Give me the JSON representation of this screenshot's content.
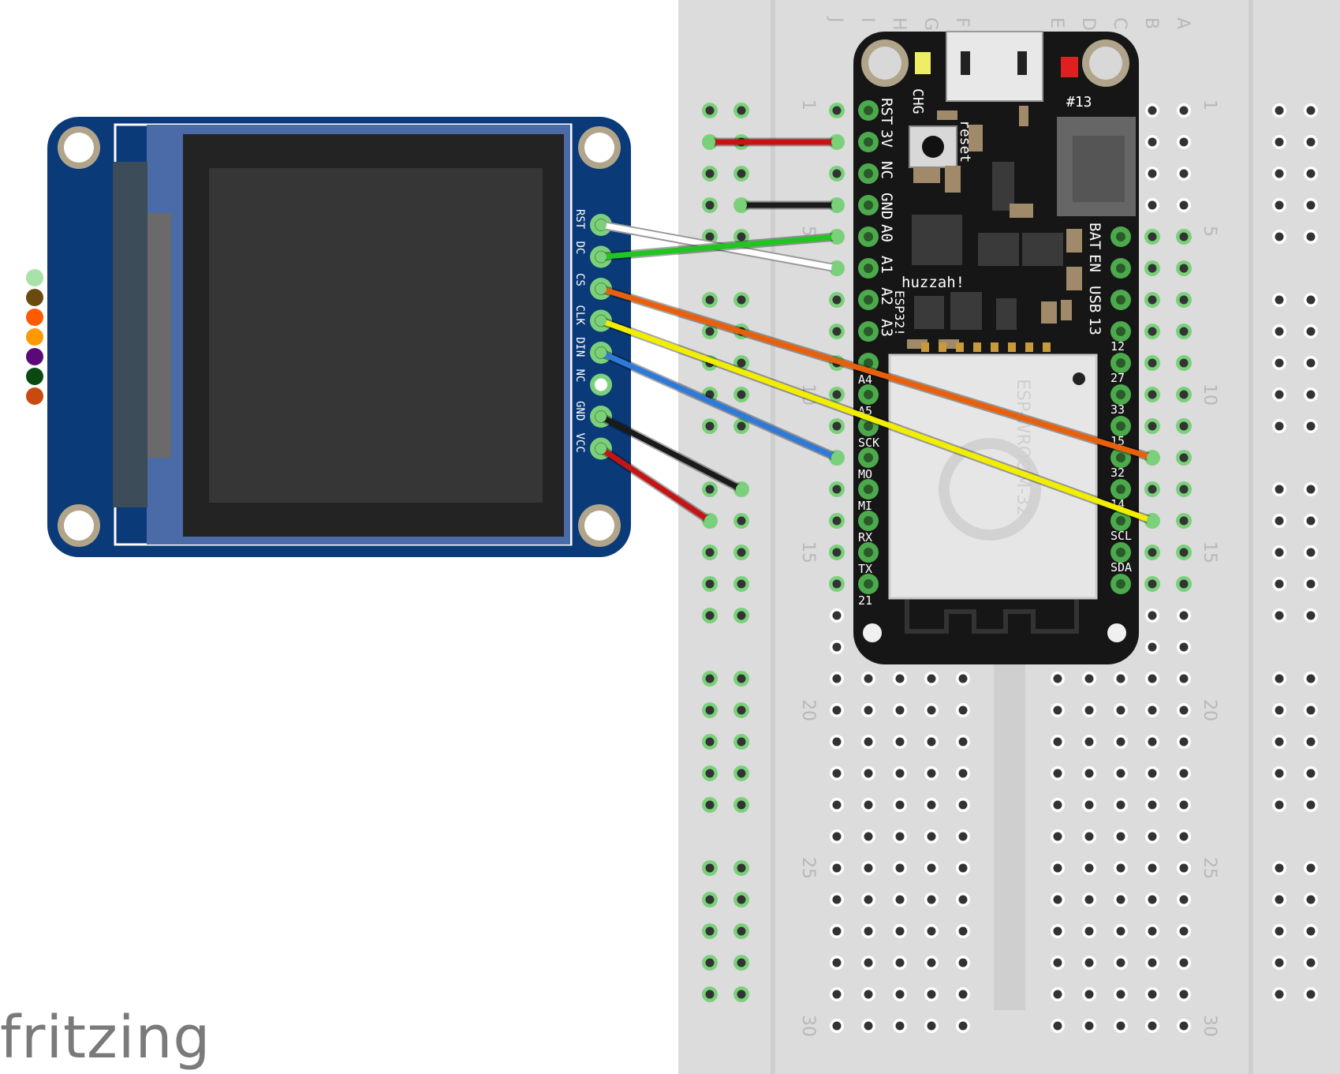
{
  "brand": "fritzing",
  "colors": {
    "breadboard": "#dcdcdc",
    "breadboard_strip": "#cfcfcf",
    "hole": "#333333",
    "connected_hole": "#7bd17b",
    "feather_board": "#161616",
    "display_board": "#0b3a78",
    "display_bezel": "#2a2a2a",
    "display_screen": "#363636",
    "legend": [
      "#a8e2a8",
      "#6b4a10",
      "#ff5a00",
      "#ff9900",
      "#5a0a78",
      "#0a4a10",
      "#c84a10"
    ]
  },
  "breadboard": {
    "columns_left": [
      "J",
      "I",
      "H",
      "G",
      "F"
    ],
    "columns_right": [
      "E",
      "D",
      "C",
      "B",
      "A"
    ],
    "row_numbers": [
      "1",
      "5",
      "10",
      "15",
      "20",
      "25",
      "30"
    ]
  },
  "display": {
    "pins": [
      "RST",
      "DC",
      "CS",
      "CLK",
      "DIN",
      "NC",
      "GND",
      "VCC"
    ]
  },
  "feather": {
    "left_pins": [
      "RST",
      "3V",
      "NC",
      "GND",
      "A0",
      "A1",
      "A2",
      "A3",
      "A4",
      "A5",
      "SCK",
      "MO",
      "MI",
      "RX",
      "TX",
      "21"
    ],
    "right_pins": [
      "BAT",
      "EN",
      "USB",
      "13",
      "12",
      "27",
      "33",
      "15",
      "32",
      "14",
      "SCL",
      "SDA"
    ],
    "labels": {
      "chg": "CHG",
      "reset": "reset",
      "led": "#13",
      "name": "huzzah!",
      "chip": "ESP32!",
      "module": "ESP-WROOM-32"
    }
  },
  "wires": [
    {
      "signal": "RST",
      "color": "#ffffff"
    },
    {
      "signal": "DC",
      "color": "#22c422"
    },
    {
      "signal": "CS",
      "color": "#e8600c"
    },
    {
      "signal": "CLK",
      "color": "#f2ee00"
    },
    {
      "signal": "DIN",
      "color": "#2f7ad8"
    },
    {
      "signal": "GND",
      "color": "#1a1a1a"
    },
    {
      "signal": "VCC",
      "color": "#c41414"
    },
    {
      "signal": "3V",
      "color": "#c41414"
    },
    {
      "signal": "GND-rail",
      "color": "#1a1a1a"
    }
  ]
}
